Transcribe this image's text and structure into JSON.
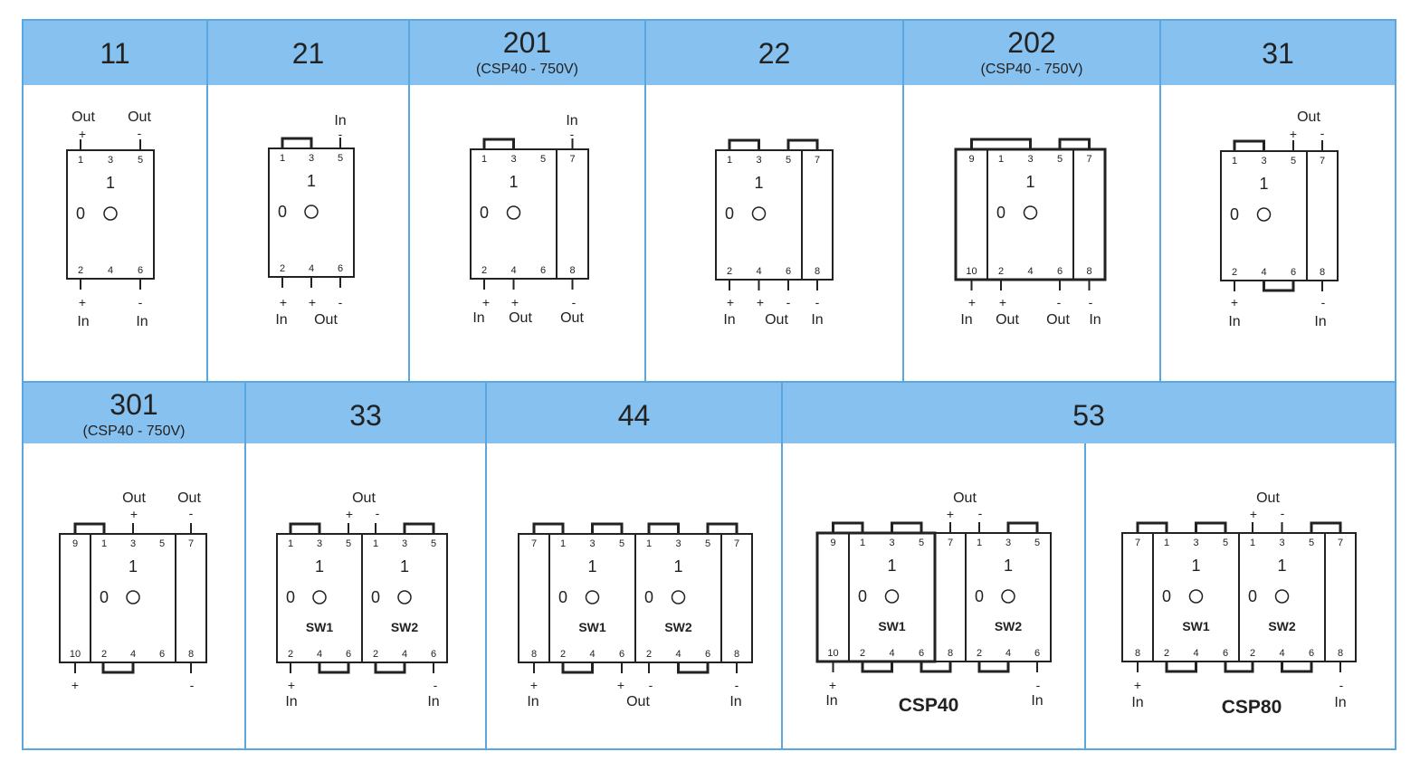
{
  "colors": {
    "header": "#86c1ef",
    "border": "#5aa6e0",
    "line": "#222222",
    "background": "#ffffff"
  },
  "labels": {
    "out": "Out",
    "in": "In",
    "plus": "+",
    "minus": "-",
    "zero": "0",
    "one": "1",
    "sw1": "SW1",
    "sw2": "SW2"
  },
  "panels": [
    {
      "id": "11",
      "title": "11",
      "subtitle": ""
    },
    {
      "id": "21",
      "title": "21",
      "subtitle": ""
    },
    {
      "id": "201",
      "title": "201",
      "subtitle": "(CSP40 - 750V)"
    },
    {
      "id": "22",
      "title": "22",
      "subtitle": ""
    },
    {
      "id": "202",
      "title": "202",
      "subtitle": "(CSP40 - 750V)"
    },
    {
      "id": "31",
      "title": "31",
      "subtitle": ""
    },
    {
      "id": "301",
      "title": "301",
      "subtitle": "(CSP40 - 750V)"
    },
    {
      "id": "33",
      "title": "33",
      "subtitle": ""
    },
    {
      "id": "44",
      "title": "44",
      "subtitle": ""
    },
    {
      "id": "53",
      "title": "53",
      "subtitle": "",
      "variants": [
        "CSP40",
        "CSP80"
      ]
    }
  ]
}
